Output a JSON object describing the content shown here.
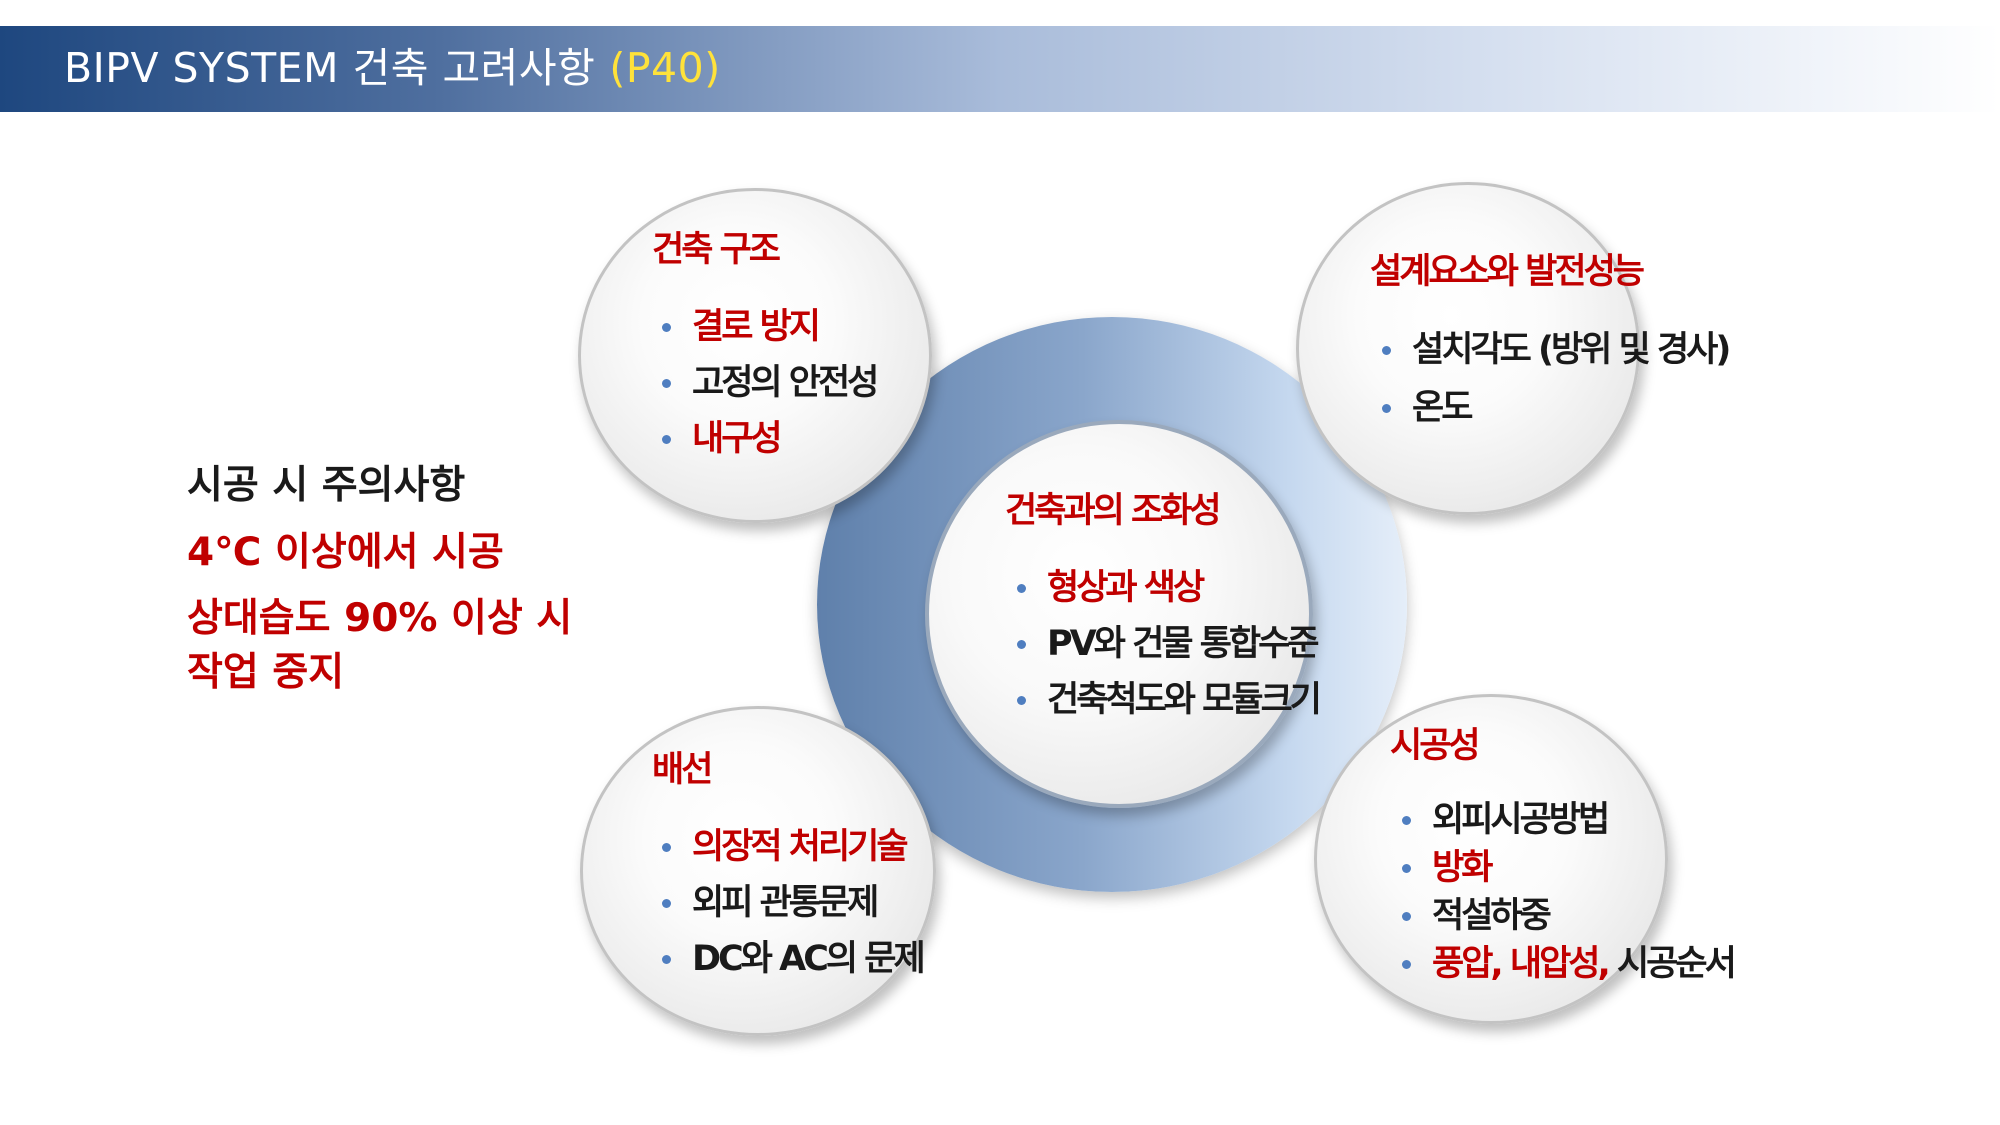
{
  "header": {
    "title": "BIPV SYSTEM 건축 고려사항",
    "page_ref": "(P40)"
  },
  "notes": {
    "title": "시공 시 주의사항",
    "lines": [
      "4℃ 이상에서 시공",
      "상대습도 90% 이상 시",
      "작업 중지"
    ]
  },
  "diagram": {
    "center": {
      "heading": "건축과의 조화성",
      "items": [
        "형상과 색상",
        "PV와 건물 통합수준",
        "건축척도와 모듈크기"
      ]
    },
    "top_left": {
      "heading": "건축 구조",
      "items": [
        "결로 방지",
        "고정의 안전성",
        "내구성"
      ]
    },
    "top_right": {
      "heading": "설계요소와 발전성능",
      "items": [
        "설치각도 (방위 및 경사)",
        "온도"
      ]
    },
    "bottom_left": {
      "heading": "배선",
      "items": [
        "의장적 처리기술",
        "외피 관통문제",
        "DC와 AC의 문제"
      ]
    },
    "bottom_right": {
      "heading": "시공성",
      "items": [
        "외피시공방법",
        "방화",
        "적설하중"
      ],
      "last_item": {
        "red": "풍압, 내압성,",
        "black": " 시공순서"
      }
    }
  },
  "colors": {
    "accent_red": "#c00000",
    "title_bar": "#1e477f",
    "page_ref": "#ffe23a",
    "bullet": "#4f7ec0"
  }
}
